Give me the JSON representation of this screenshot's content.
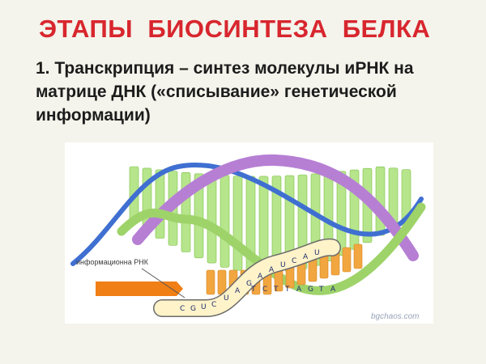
{
  "slide": {
    "title": "ЭТАПЫ  БИОСИНТЕЗА  БЕЛКА",
    "text": "1. Транскрипция – синтез молекулы иРНК на матрице ДНК («списывание» генетической информации)"
  },
  "diagram": {
    "mrna_label": "информационна РНК",
    "watermark": "bgchaos.com",
    "mrna_bases": [
      "С",
      "G",
      "U",
      "C",
      "U",
      "A",
      "G",
      "A",
      "A",
      "U",
      "C",
      "A",
      "U"
    ],
    "dna_bases": [
      "T",
      "C",
      "T",
      "T",
      "A",
      "G",
      "T",
      "A"
    ],
    "colors": {
      "strand_purple": "#b67fd4",
      "strand_green": "#9ed36a",
      "strand_blue": "#3f6fd1",
      "rungs_green": "#b6e58b",
      "rungs_orange": "#f2a640",
      "mrna_fill": "#fff3c9",
      "arrow_orange": "#f07f16"
    }
  }
}
